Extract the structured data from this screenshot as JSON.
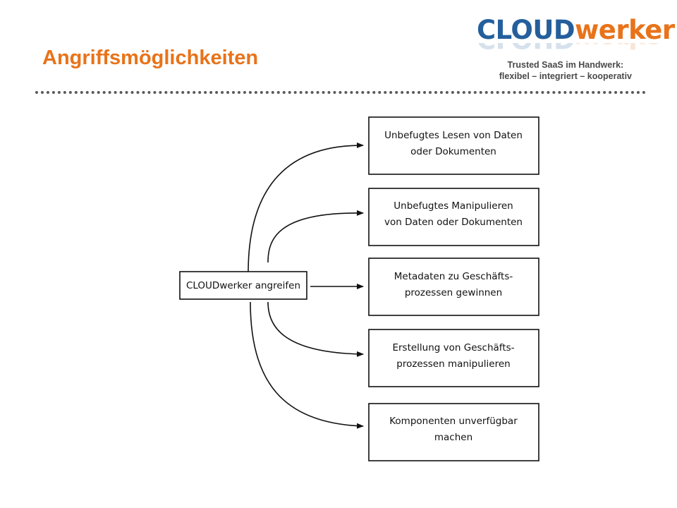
{
  "header": {
    "title": "Angriffsmöglichkeiten",
    "logo_part1": "CLOUD",
    "logo_part2": "werker",
    "tagline_line1": "Trusted SaaS im Handwerk:",
    "tagline_line2": "flexibel – integriert – kooperativ"
  },
  "diagram": {
    "source": "CLOUDwerker angreifen",
    "targets": [
      {
        "line1": "Unbefugtes Lesen von Daten",
        "line2": "oder Dokumenten"
      },
      {
        "line1": "Unbefugtes Manipulieren",
        "line2": "von Daten oder Dokumenten"
      },
      {
        "line1": "Metadaten zu Geschäfts-",
        "line2": "prozessen gewinnen"
      },
      {
        "line1": "Erstellung von Geschäfts-",
        "line2": "prozessen manipulieren"
      },
      {
        "line1": "Komponenten unverfügbar",
        "line2": "machen"
      }
    ]
  },
  "colors": {
    "title": "#e8731a",
    "logo_blue": "#245f9c",
    "logo_orange": "#e8731a"
  }
}
